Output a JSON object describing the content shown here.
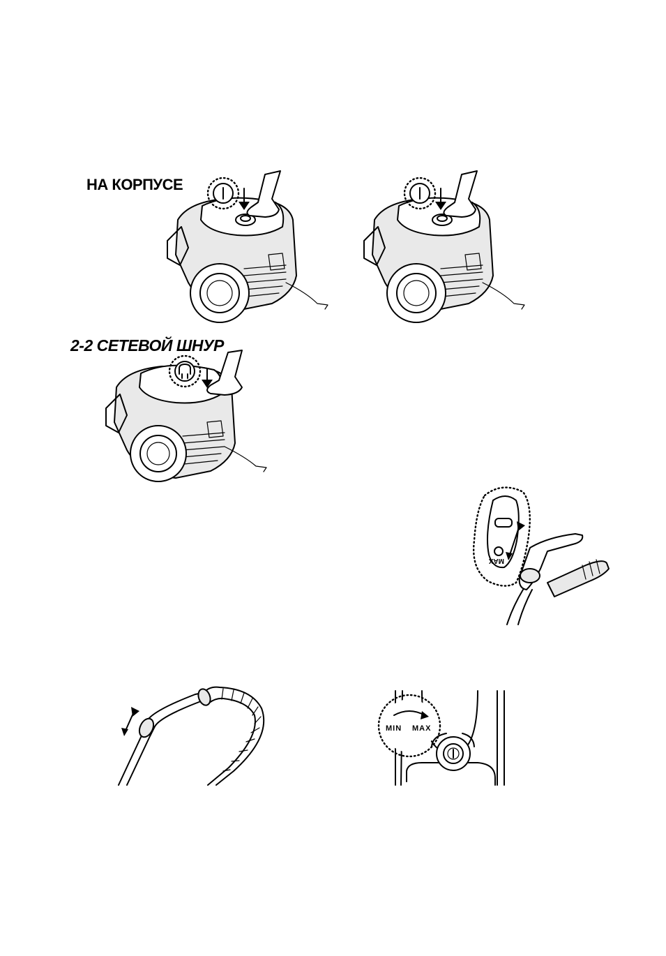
{
  "headings": {
    "on_body": "НА КОРПУСЕ",
    "power_cord": "2-2 СЕТЕВОЙ ШНУР"
  },
  "power_dial": {
    "min_label": "MIN",
    "max_label": "MAX"
  },
  "handle_control": {
    "max_label": "MAX"
  },
  "icons": {
    "power": "power-icon",
    "cord_rewind": "cord-rewind-icon",
    "press_arrow": "down-arrow-icon",
    "slide_arrow": "double-arrow-icon"
  }
}
